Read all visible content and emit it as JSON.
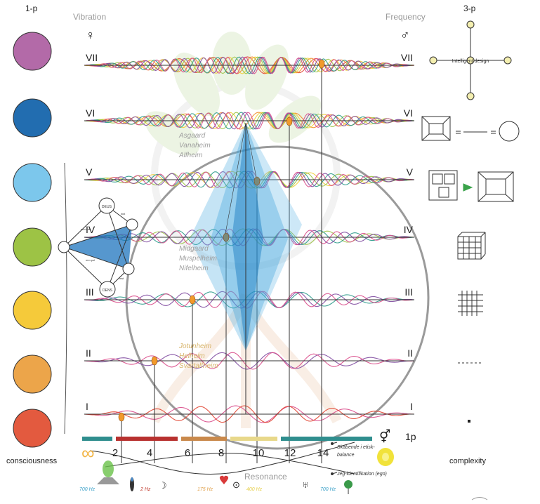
{
  "labels": {
    "left_header": "1-p",
    "right_header": "3-p",
    "vibration": "Vibration",
    "frequency": "Frequency",
    "consciousness": "consciousness",
    "complexity": "complexity",
    "resonance": "Resonance",
    "one_p": "1p",
    "female_symbol": "♀",
    "male_symbol": "♂",
    "hermaphrodite_symbol": "⚥",
    "moon_symbol": "☽",
    "sun_symbol": "⊙",
    "uranus_symbol": "♅"
  },
  "chakra_colors": [
    "#b36aa8",
    "#226db0",
    "#7cc7ec",
    "#9dc345",
    "#f5ca3a",
    "#eca54a",
    "#e35a3f"
  ],
  "levels": [
    "VII",
    "VI",
    "V",
    "IV",
    "III",
    "II",
    "I"
  ],
  "scale_numbers": [
    "2",
    "4",
    "6",
    "8",
    "10",
    "12",
    "14"
  ],
  "worlds": {
    "upper": [
      "Asgaard",
      "Vanaheim",
      "Alfheim"
    ],
    "middle": [
      "Midgaard",
      "Muspelheim",
      "Nifelheim"
    ],
    "lower": [
      "Jotunheim",
      "Helheim",
      "Svartalfheim"
    ]
  },
  "tetra_labels": [
    "DEUS",
    "DENS",
    "inst",
    "inst",
    "mm sta",
    "mm pol"
  ],
  "top_right_caption": "Intelligent design",
  "annotations": {
    "ethics": [
      "Skabende i etisk-",
      "balance"
    ],
    "ego": "Jeg-identifikation (ego)"
  },
  "hz_labels": [
    "700 Hz",
    "2 Hz",
    "175 Hz",
    "400 Hz",
    "700 Hz"
  ],
  "bar_colors": [
    "#2f8e8e",
    "#b8312f",
    "#c9894b",
    "#e8d88a",
    "#2f8e8e"
  ]
}
